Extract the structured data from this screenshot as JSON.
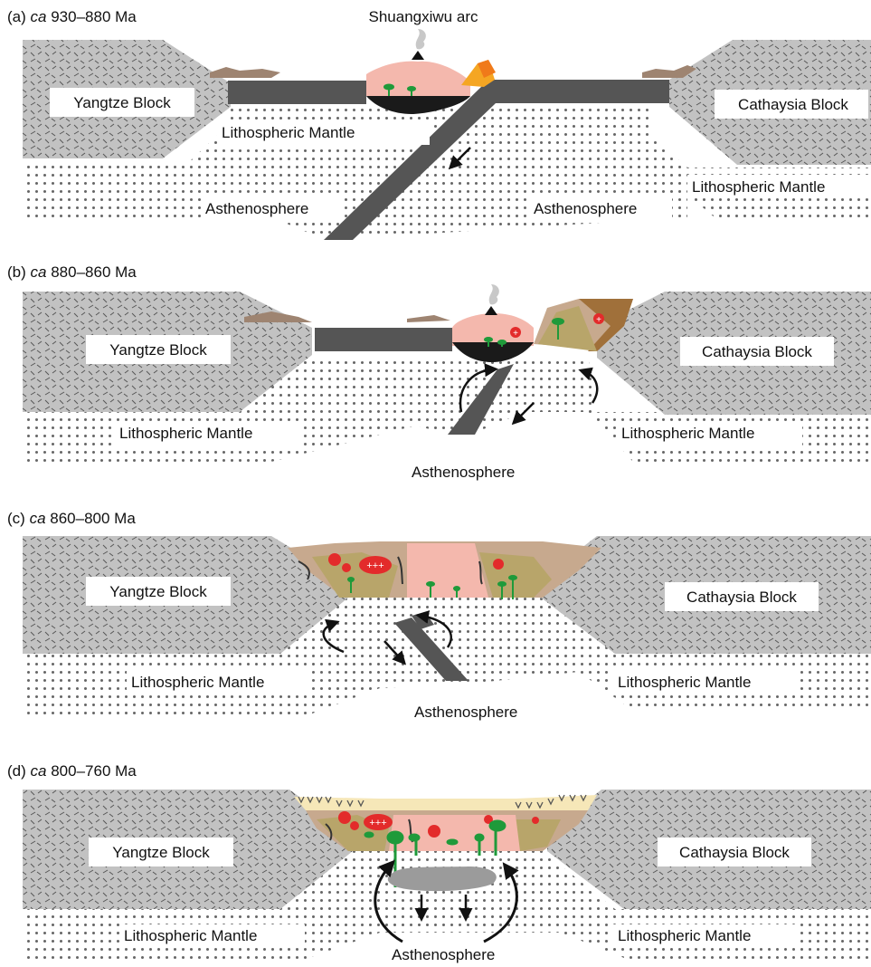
{
  "figure": {
    "panels": [
      {
        "id": "a",
        "letter": "(a)",
        "prefix": "ca",
        "age": "930–880 Ma",
        "arc_label": "Shuangxiwu arc",
        "left_block": "Yangtze Block",
        "right_block": "Cathaysia Block",
        "labels": [
          "Lithospheric Mantle",
          "Lithospheric Mantle",
          "Asthenosphere",
          "Asthenosphere"
        ]
      },
      {
        "id": "b",
        "letter": "(b)",
        "prefix": "ca",
        "age": "880–860 Ma",
        "left_block": "Yangtze Block",
        "right_block": "Cathaysia Block",
        "labels": [
          "Lithospheric Mantle",
          "Lithospheric Mantle",
          "Asthenosphere"
        ]
      },
      {
        "id": "c",
        "letter": "(c)",
        "prefix": "ca",
        "age": "860–800 Ma",
        "left_block": "Yangtze Block",
        "right_block": "Cathaysia Block",
        "labels": [
          "Lithospheric Mantle",
          "Lithospheric Mantle",
          "Asthenosphere"
        ]
      },
      {
        "id": "d",
        "letter": "(d)",
        "prefix": "ca",
        "age": "800–760 Ma",
        "left_block": "Yangtze Block",
        "right_block": "Cathaysia Block",
        "labels": [
          "Lithospheric Mantle",
          "Lithospheric Mantle",
          "Asthenosphere"
        ]
      }
    ],
    "colors": {
      "craton": "#bdbdbd",
      "slab": "#555555",
      "arc_crust": "#f4b8ad",
      "arc_root": "#1a1a1a",
      "granite": "#e32b2b",
      "mafic": "#1f9a3a",
      "sediment": "#c7a98e",
      "volcanic_cover": "#f6e7b8",
      "magma_pool": "#9b9b9b"
    }
  }
}
